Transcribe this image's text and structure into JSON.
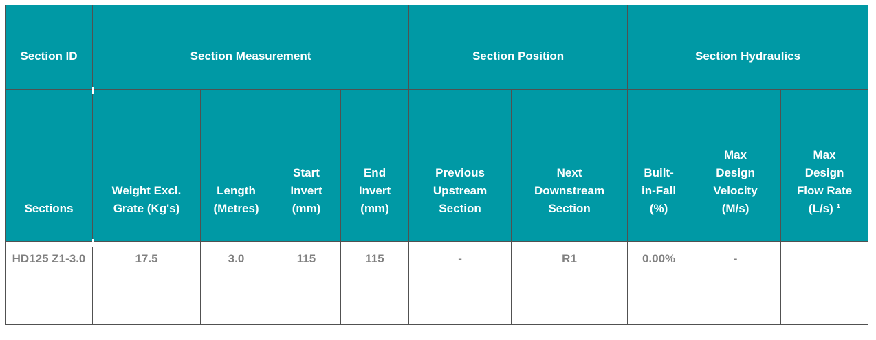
{
  "table": {
    "group_headers": [
      {
        "label": "Section ID"
      },
      {
        "label": "Section Measurement"
      },
      {
        "label": "Section Position"
      },
      {
        "label": "Section Hydraulics"
      }
    ],
    "column_headers": [
      "Sections",
      "Weight Excl.\nGrate (Kg's)",
      "Length\n(Metres)",
      "Start\nInvert\n(mm)",
      "End\nInvert\n(mm)",
      "Previous\nUpstream\nSection",
      "Next\nDownstream\nSection",
      "Built-\nin-Fall\n(%)",
      "Max\nDesign\nVelocity\n(M/s)",
      "Max\nDesign\nFlow Rate\n(L/s) ¹"
    ],
    "rows": [
      [
        "HD125 Z1-3.0",
        "17.5",
        "3.0",
        "115",
        "115",
        "-",
        "R1",
        "0.00%",
        "-",
        ""
      ]
    ],
    "colors": {
      "header_bg": "#0099A5",
      "header_text": "#FFFFFF",
      "border": "#515151",
      "data_text": "#808080"
    }
  }
}
